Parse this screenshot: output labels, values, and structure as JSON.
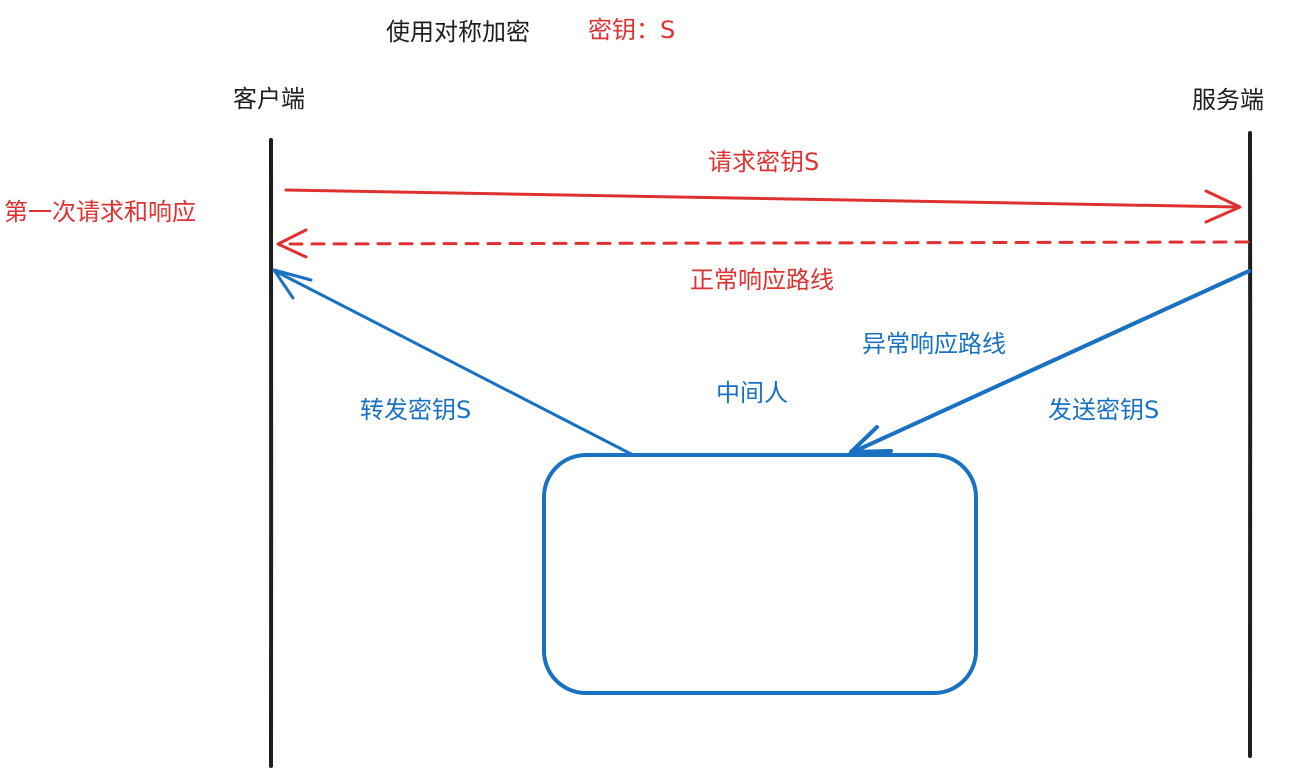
{
  "header": {
    "title": "使用对称加密",
    "key_note": "密钥：S"
  },
  "actors": {
    "client": "客户端",
    "server": "服务端",
    "mitm": "中间人"
  },
  "labels": {
    "first_round": "第一次请求和响应",
    "request_key": "请求密钥S",
    "normal_response": "正常响应路线",
    "abnormal_response": "异常响应路线",
    "send_key": "发送密钥S",
    "forward_key": "转发密钥S"
  },
  "colors": {
    "ink": "#1e1e1e",
    "normal_flow": "#e03131",
    "attack_flow": "#1971c2"
  }
}
